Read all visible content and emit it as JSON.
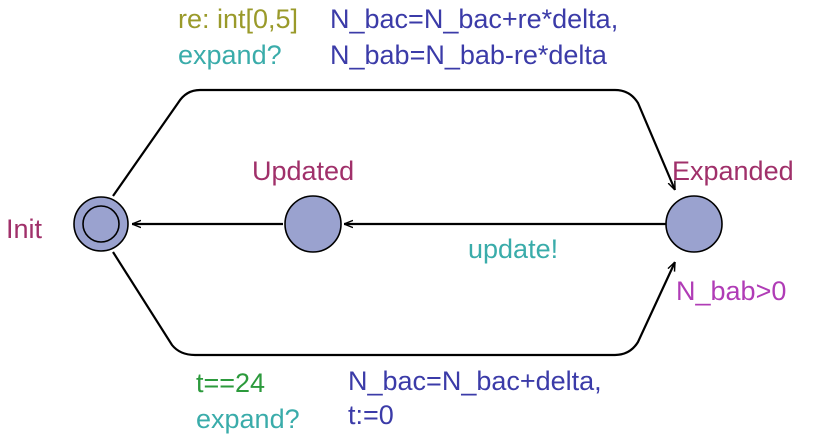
{
  "states": {
    "init": {
      "name": "Init"
    },
    "updated": {
      "name": "Updated"
    },
    "expanded": {
      "name": "Expanded",
      "invariant": "N_bab>0"
    }
  },
  "edges": {
    "top": {
      "select": "re: int[0,5]",
      "sync": "expand?",
      "update_line1": "N_bac=N_bac+re*delta,",
      "update_line2": "N_bab=N_bab-re*delta"
    },
    "middle": {
      "sync": "update!"
    },
    "bottom": {
      "guard": "t==24",
      "sync": "expand?",
      "update_line1": "N_bac=N_bac+delta,",
      "update_line2": "t:=0"
    }
  },
  "colors": {
    "state_fill": "#9aa2cf",
    "select": "#9a9a2a",
    "sync": "#3aacaa",
    "update": "#3b3ba8",
    "guard": "#2c9a3c",
    "location_name": "#a0306a",
    "invariant": "#b03cb6"
  }
}
